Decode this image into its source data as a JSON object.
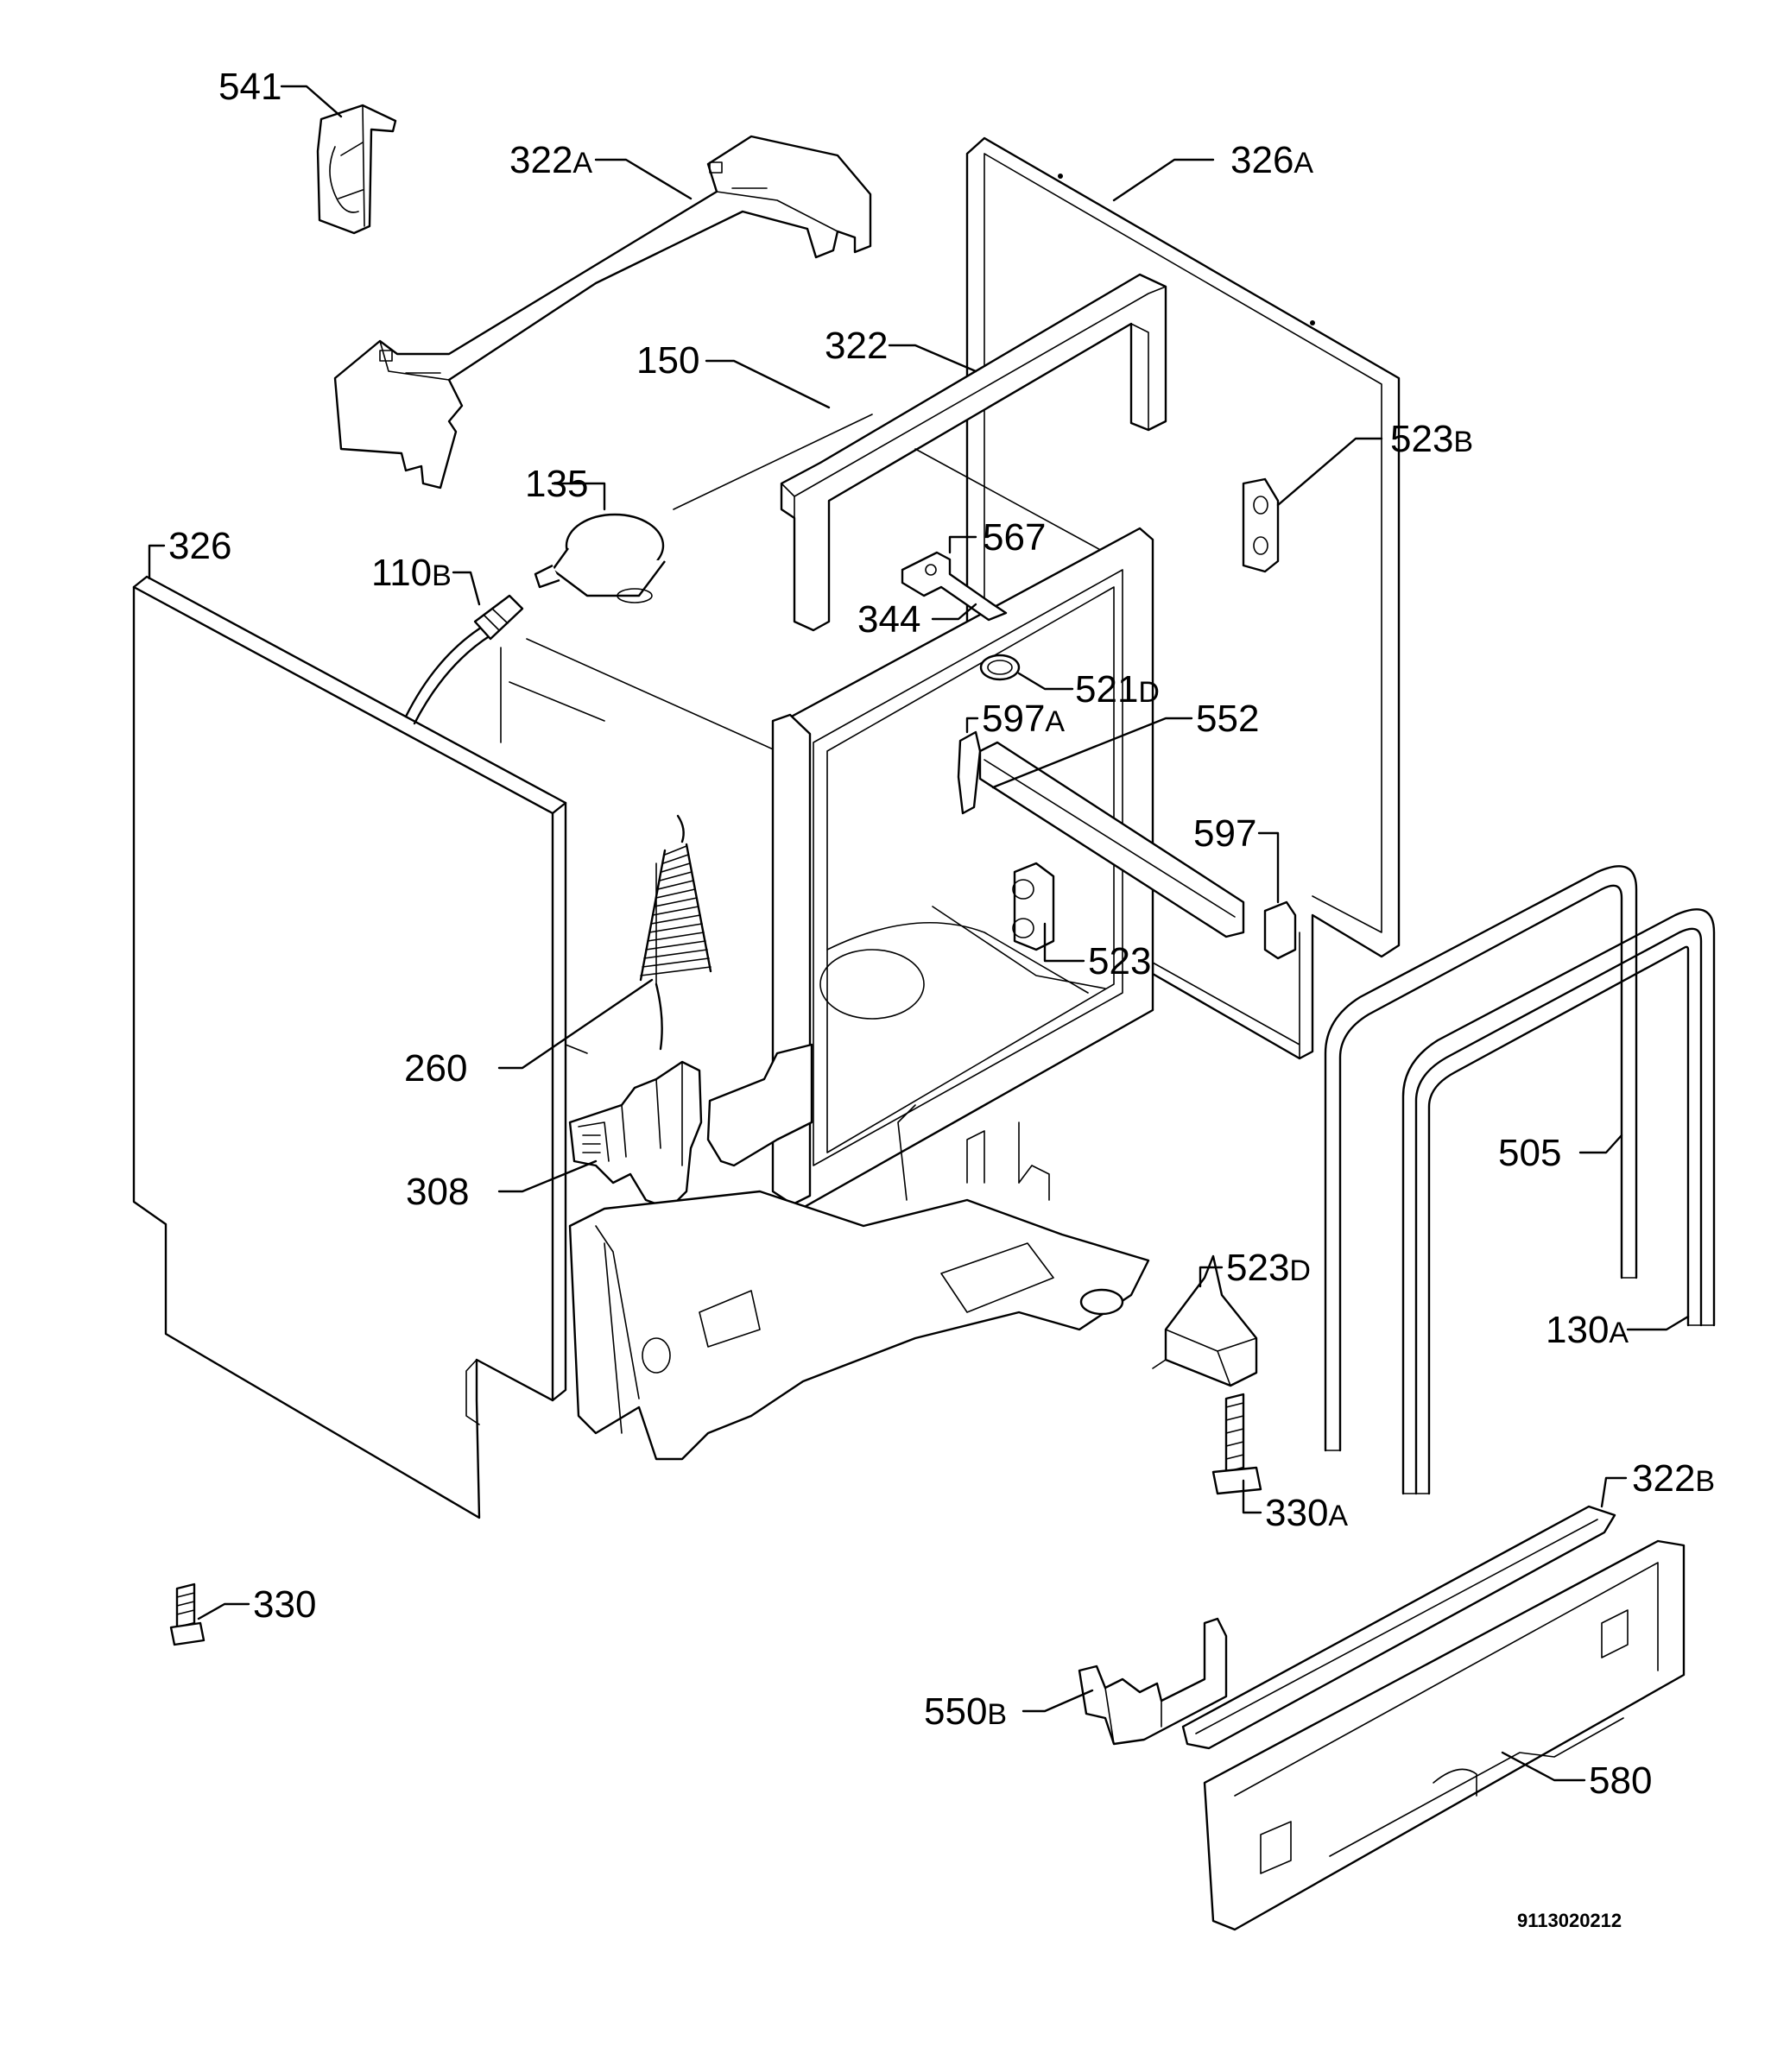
{
  "callouts": [
    {
      "id": "541",
      "num": "541",
      "suffix": ""
    },
    {
      "id": "322A",
      "num": "322",
      "suffix": "A"
    },
    {
      "id": "326A",
      "num": "326",
      "suffix": "A"
    },
    {
      "id": "150",
      "num": "150",
      "suffix": ""
    },
    {
      "id": "322",
      "num": "322",
      "suffix": ""
    },
    {
      "id": "523B",
      "num": "523",
      "suffix": "B"
    },
    {
      "id": "135",
      "num": "135",
      "suffix": ""
    },
    {
      "id": "326",
      "num": "326",
      "suffix": ""
    },
    {
      "id": "110B",
      "num": "110",
      "suffix": "B"
    },
    {
      "id": "567",
      "num": "567",
      "suffix": ""
    },
    {
      "id": "344",
      "num": "344",
      "suffix": ""
    },
    {
      "id": "521D",
      "num": "521",
      "suffix": "D"
    },
    {
      "id": "597A",
      "num": "597",
      "suffix": "A"
    },
    {
      "id": "552",
      "num": "552",
      "suffix": ""
    },
    {
      "id": "597",
      "num": "597",
      "suffix": ""
    },
    {
      "id": "523",
      "num": "523",
      "suffix": ""
    },
    {
      "id": "260",
      "num": "260",
      "suffix": ""
    },
    {
      "id": "308",
      "num": "308",
      "suffix": ""
    },
    {
      "id": "505",
      "num": "505",
      "suffix": ""
    },
    {
      "id": "523D",
      "num": "523",
      "suffix": "D"
    },
    {
      "id": "130A",
      "num": "130",
      "suffix": "A"
    },
    {
      "id": "330A",
      "num": "330",
      "suffix": "A"
    },
    {
      "id": "322B",
      "num": "322",
      "suffix": "B"
    },
    {
      "id": "330",
      "num": "330",
      "suffix": ""
    },
    {
      "id": "550B",
      "num": "550",
      "suffix": "B"
    },
    {
      "id": "580",
      "num": "580",
      "suffix": ""
    }
  ],
  "document_number": "9113020212"
}
